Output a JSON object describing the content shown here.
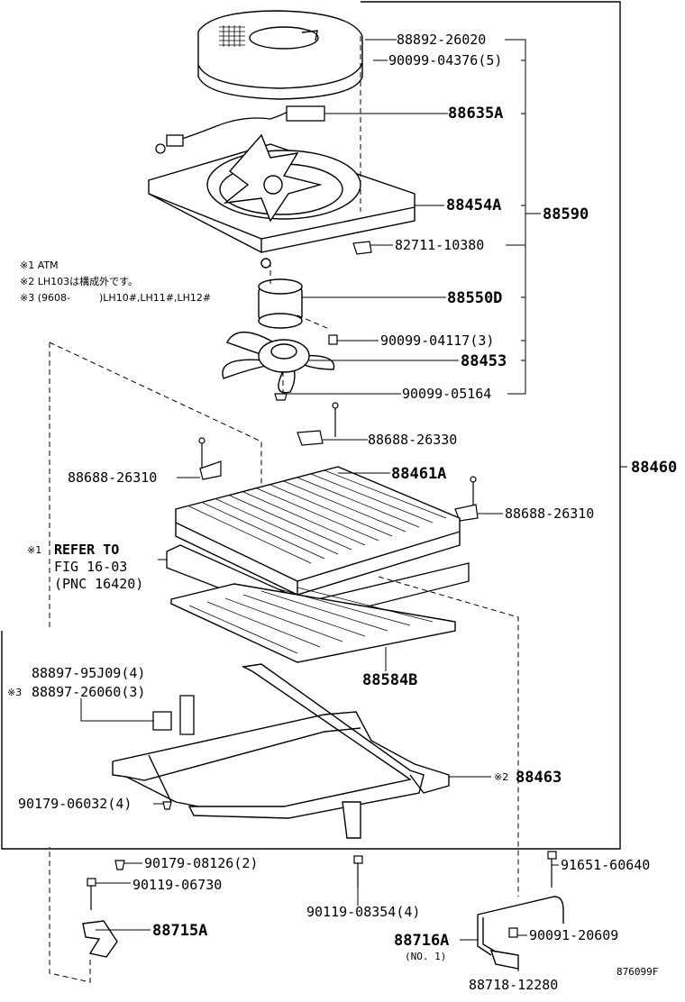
{
  "parts": {
    "p88892": "88892-26020",
    "p90099_04376": "90099-04376(5)",
    "p88635A": "88635A",
    "p88454A": "88454A",
    "p88590": "88590",
    "p82711": "82711-10380",
    "p88550D": "88550D",
    "p90099_04117": "90099-04117(3)",
    "p88453": "88453",
    "p90099_05164": "90099-05164",
    "p88688_26330": "88688-26330",
    "p88688_26310_left": "88688-26310",
    "p88461A": "88461A",
    "p88688_26310_right": "88688-26310",
    "p88460": "88460",
    "p88584B": "88584B",
    "p88897_95J09": "88897-95J09(4)",
    "p88897_26060": "88897-26060(3)",
    "p88463": "88463",
    "p90179_06032": "90179-06032(4)",
    "p90179_08126": "90179-08126(2)",
    "p91651": "91651-60640",
    "p90119_06730": "90119-06730",
    "p90119_08354": "90119-08354(4)",
    "p88715A": "88715A",
    "p88716A": "88716A",
    "p88716A_sub": "(NO. 1)",
    "p90091": "90091-20609",
    "p88718": "88718-12280"
  },
  "notes": {
    "n1": "※1 ATM",
    "n2": "※2 LH103は構成外です。",
    "n3a": "※3 (9608-",
    "n3b": ")LH10#,LH11#,LH12#",
    "mark3": "※3",
    "mark2": "※2",
    "mark1": "※1"
  },
  "refer": {
    "line1": "REFER TO",
    "line2": "FIG 16-03",
    "line3": "(PNC 16420)"
  },
  "figure_id": "876099F"
}
